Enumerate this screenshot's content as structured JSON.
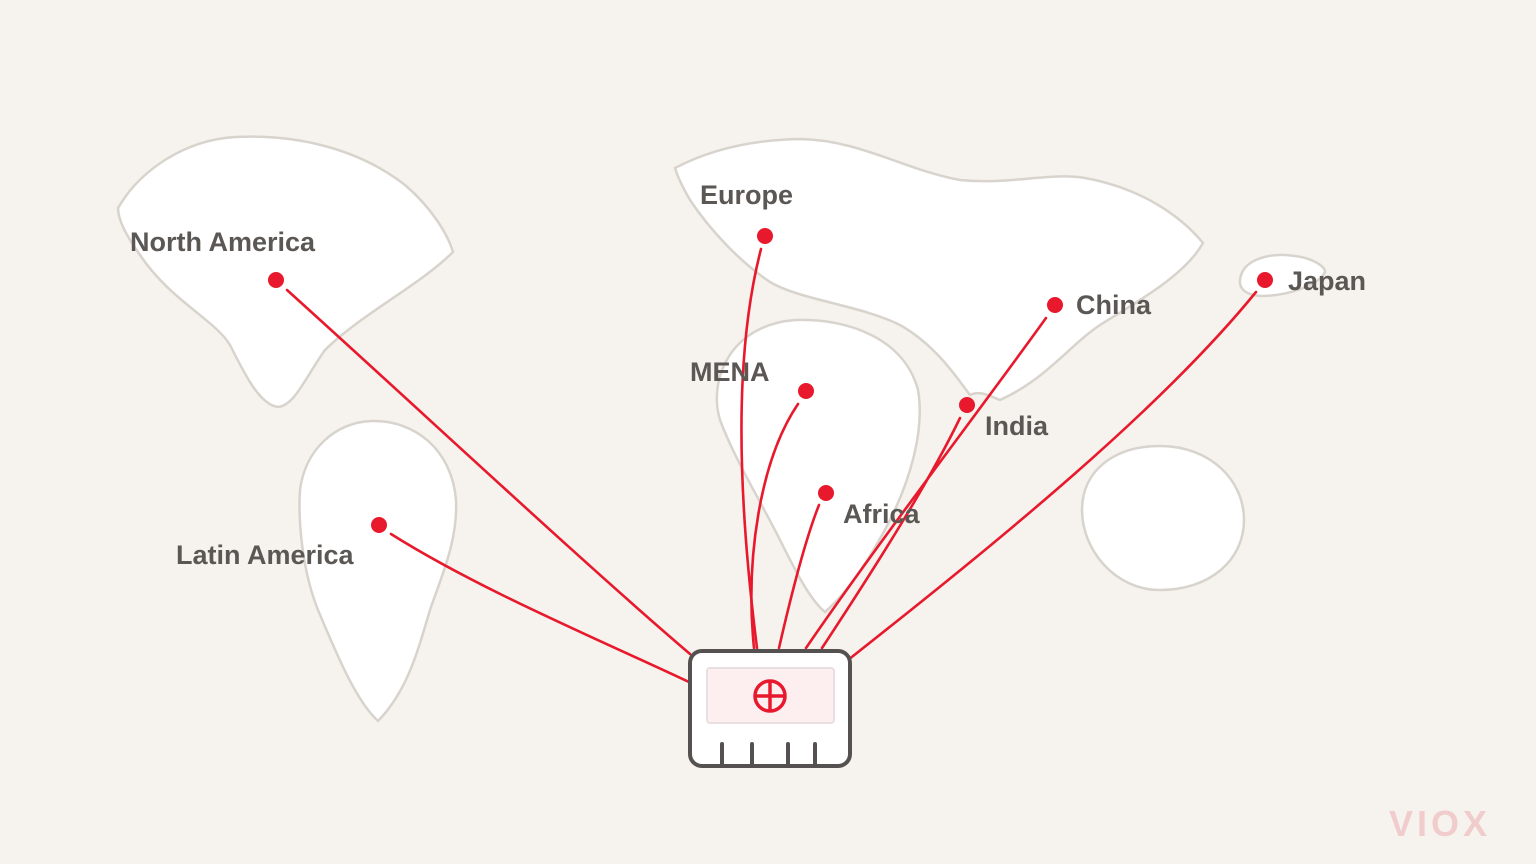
{
  "colors": {
    "background": "#f6f3ee",
    "accent": "#e8192c",
    "label": "#5b5754",
    "continent_fill": "#ffffff",
    "continent_outline": "#d8d3cc",
    "logo": "#f0cccc"
  },
  "hub": {
    "icon": "globe-crosshair-icon"
  },
  "regions": [
    {
      "id": "north-america",
      "label": "North America"
    },
    {
      "id": "latin-america",
      "label": "Latin America"
    },
    {
      "id": "europe",
      "label": "Europe"
    },
    {
      "id": "mena",
      "label": "MENA"
    },
    {
      "id": "africa",
      "label": "Africa"
    },
    {
      "id": "india",
      "label": "India"
    },
    {
      "id": "china",
      "label": "China"
    },
    {
      "id": "japan",
      "label": "Japan"
    }
  ],
  "logo": {
    "text": "VIOX"
  }
}
